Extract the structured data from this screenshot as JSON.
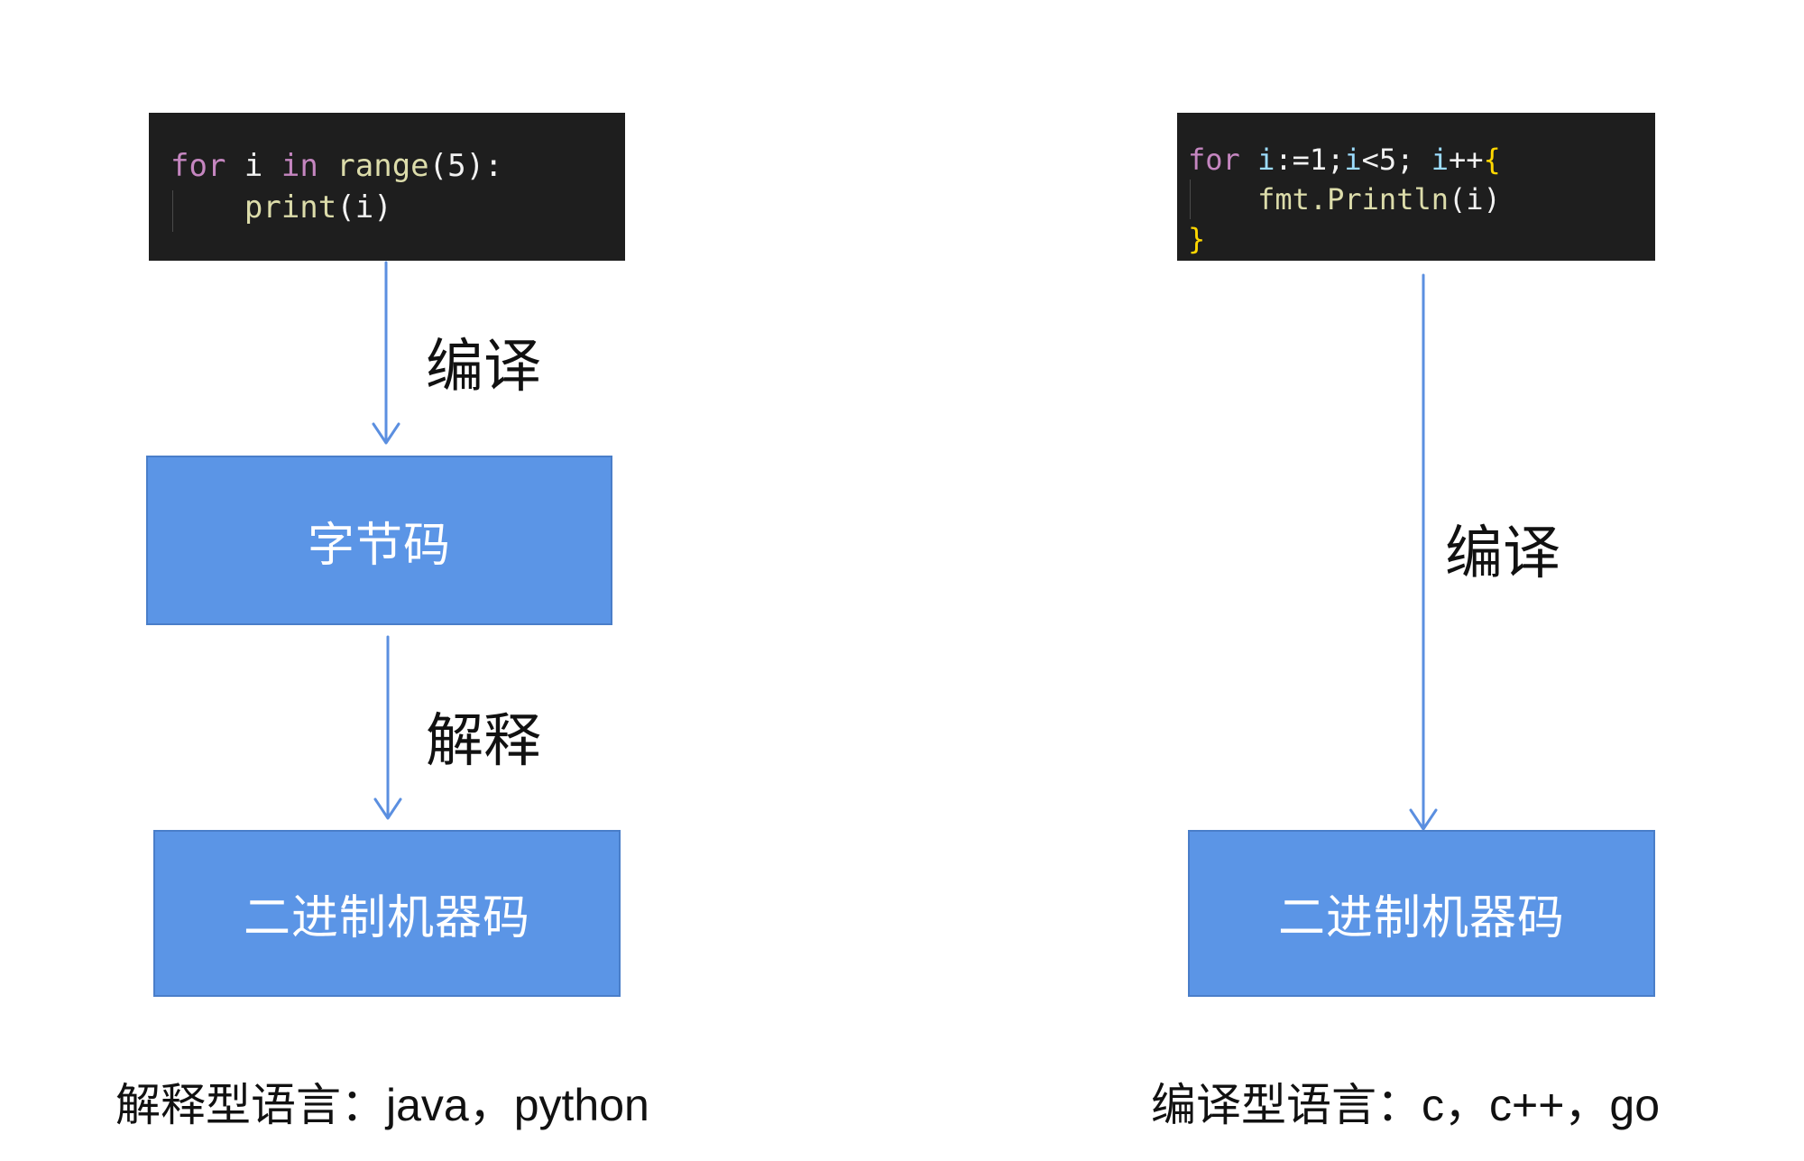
{
  "left": {
    "code": {
      "line1": {
        "kw1": "for",
        "t1": " i ",
        "kw2": "in",
        "t2": " ",
        "fn": "range",
        "t3": "(5):"
      },
      "line2": {
        "indent": "    ",
        "fn": "print",
        "t1": "(i)"
      }
    },
    "edge1_label": "编译",
    "node1_label": "字节码",
    "edge2_label": "解释",
    "node2_label": "二进制机器码",
    "caption": "解释型语言：java，python"
  },
  "right": {
    "code": {
      "line1": {
        "kw": "for",
        "t1": " ",
        "var1": "i",
        "t2": ":=1;",
        "var2": "i",
        "t3": "<5; ",
        "var3": "i",
        "t4": "++",
        "br": "{"
      },
      "line2": {
        "indent": "    ",
        "fn": "fmt.Println",
        "t1": "(i)"
      },
      "line3": {
        "br": "}"
      }
    },
    "edge_label": "编译",
    "node_label": "二进制机器码",
    "caption": "编译型语言：c，c++，go"
  },
  "colors": {
    "node_fill": "#5b95e6",
    "arrow": "#5b8fe0",
    "code_bg": "#1e1e1e"
  }
}
